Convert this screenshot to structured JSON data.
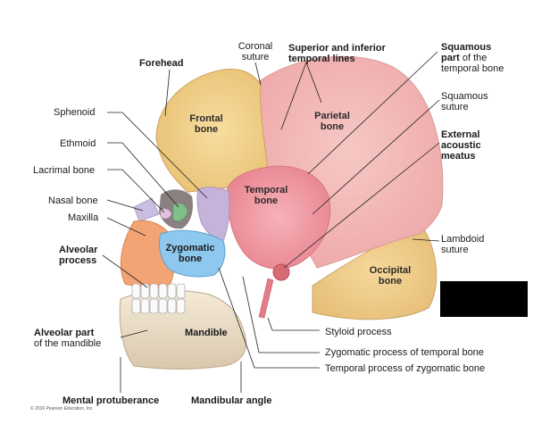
{
  "labels": {
    "coronal_suture": "Coronal\nsuture",
    "superior_inferior": "Superior and inferior\ntemporal lines",
    "squamous_part": "Squamous\npart of the\ntemporal bone",
    "forehead": "Forehead",
    "squamous_suture": "Squamous\nsuture",
    "sphenoid": "Sphenoid",
    "frontal_bone": "Frontal\nbone",
    "parietal_bone": "Parietal\nbone",
    "external_acoustic_meatus": "External\nacoustic\nmeatus",
    "ethmoid": "Ethmoid",
    "lacrimal_bone": "Lacrimal bone",
    "temporal_bone": "Temporal\nbone",
    "nasal_bone": "Nasal bone",
    "maxilla": "Maxilla",
    "zygomatic_bone": "Zygomatic\nbone",
    "lambdoid_suture": "Lambdoid\nsuture",
    "alveolar_process": "Alveolar\nprocess",
    "occipital_bone": "Occipital\nbone",
    "styloid_process": "Styloid process",
    "alveolar_part_mandible": "Alveolar part\nof the mandible",
    "mandible": "Mandible",
    "zygomatic_process_temporal": "Zygomatic process of temporal bone",
    "temporal_process_zygomatic": "Temporal process of zygomatic bone",
    "mental_protuberance": "Mental protuberance",
    "mandibular_angle": "Mandibular angle",
    "copyright": "© 2016 Pearson Education, Inc."
  },
  "colors": {
    "frontal": "#f1cf86",
    "parietal": "#f2b2b2",
    "temporal": "#ef8f98",
    "occipital": "#efcb86",
    "zygomatic": "#8fc8ef",
    "sphenoid": "#c2b0d8",
    "maxilla": "#f3a474",
    "mandible": "#f0e0c8",
    "redaction": "#000000"
  }
}
